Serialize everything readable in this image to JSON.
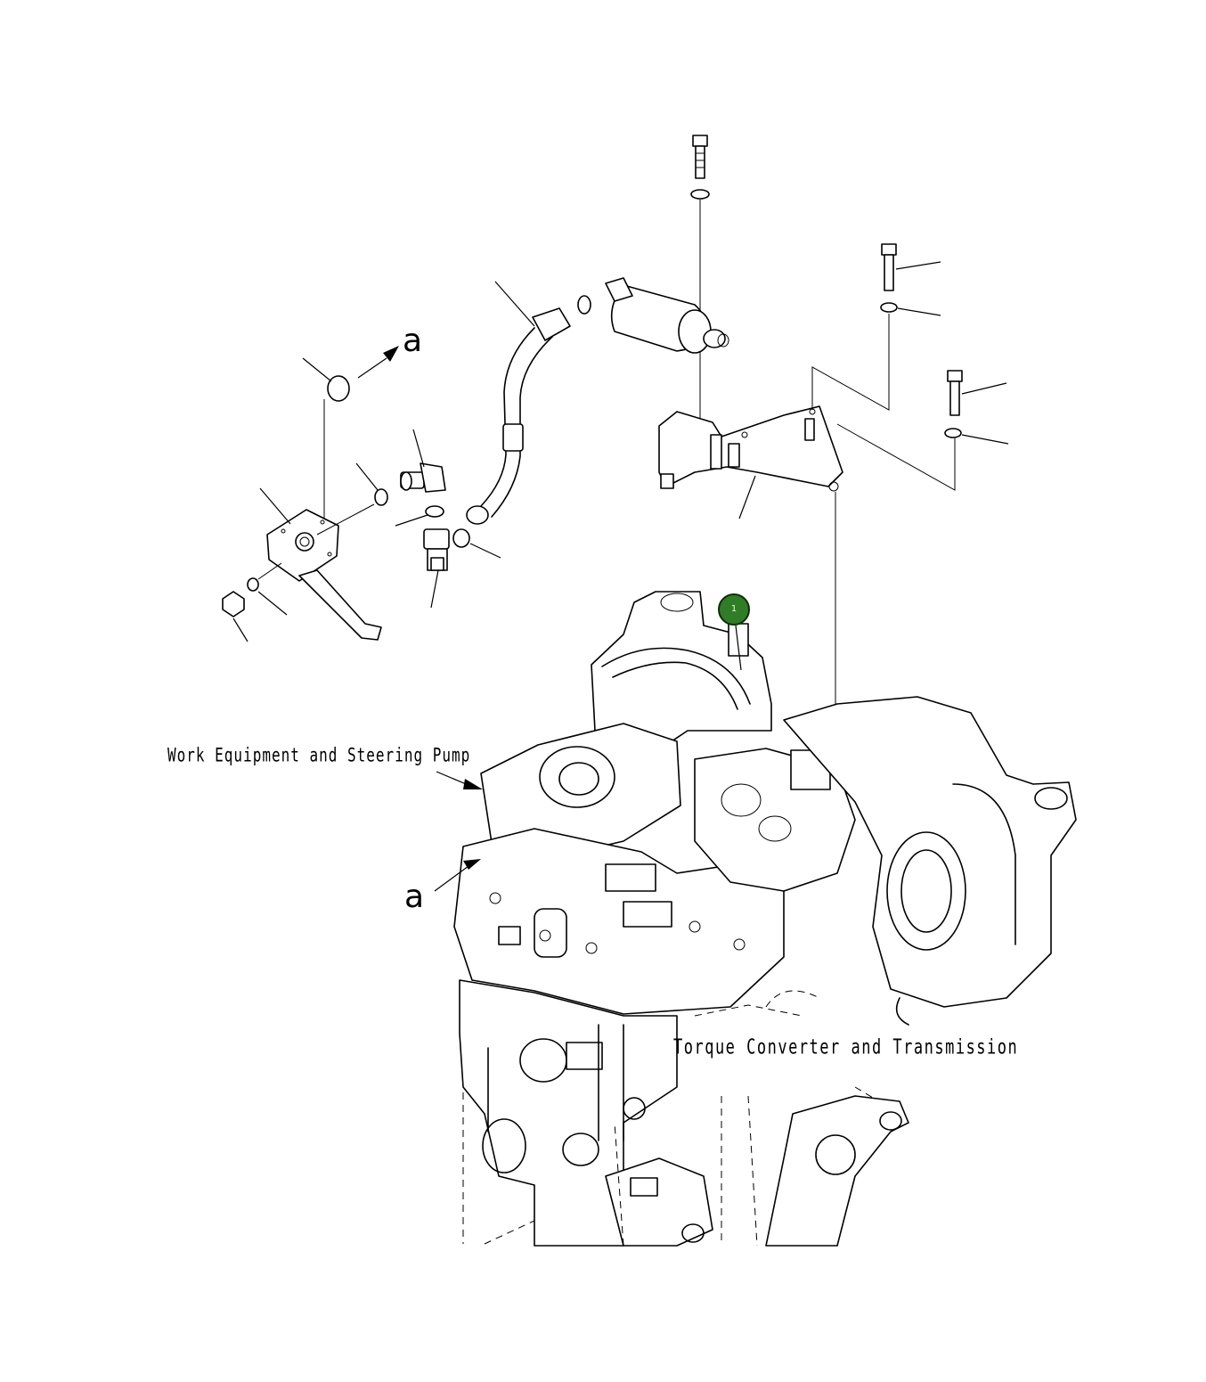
{
  "labels": {
    "work_equipment_pump": "Work Equipment and Steering Pump",
    "torque_converter": "Torque Converter and Transmission",
    "view_ref_top": "a",
    "view_ref_bottom": "a"
  },
  "callouts": [
    {
      "number": "1",
      "color": "#2f7d24"
    }
  ]
}
